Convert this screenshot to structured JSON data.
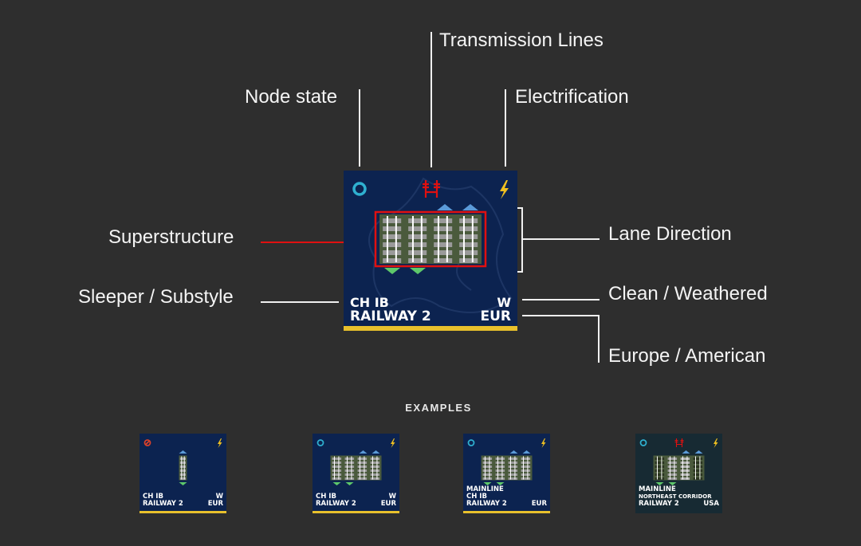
{
  "callouts": {
    "node_state": "Node state",
    "transmission_lines": "Transmission Lines",
    "electrification": "Electrification",
    "superstructure": "Superstructure",
    "sleeper_substyle": "Sleeper / Substyle",
    "lane_direction": "Lane Direction",
    "clean_weathered": "Clean / Weathered",
    "europe_american": "Europe / American"
  },
  "main_tile": {
    "node_state_icon": "ring-icon",
    "transmission_icon": "power-pylon-icon",
    "electrification_icon": "lightning-bolt-icon",
    "tracks": 4,
    "up_arrows": [
      2,
      3
    ],
    "down_arrows": [
      0,
      1
    ],
    "line1_left": "CH IB",
    "line2_left": "RAILWAY 2",
    "line1_right": "W",
    "line2_right": "EUR"
  },
  "examples_title": "EXAMPLES",
  "examples": [
    {
      "node_state_icon": "prohibited-icon",
      "transmission": false,
      "tracks": 1,
      "lines_left": [
        "CH IB",
        "RAILWAY 2"
      ],
      "lines_right": [
        "W",
        "EUR"
      ],
      "theme": "blue"
    },
    {
      "node_state_icon": "ring-icon",
      "transmission": false,
      "tracks": 4,
      "lines_left": [
        "CH IB",
        "RAILWAY 2"
      ],
      "lines_right": [
        "W",
        "EUR"
      ],
      "theme": "blue"
    },
    {
      "node_state_icon": "ring-icon",
      "transmission": false,
      "tracks": 4,
      "lines_left": [
        "MAINLINE",
        "CH IB",
        "RAILWAY 2"
      ],
      "lines_right": [
        "EUR"
      ],
      "theme": "blue"
    },
    {
      "node_state_icon": "ring-icon",
      "transmission": true,
      "tracks": 4,
      "lines_left": [
        "MAINLINE",
        "NORTHEAST CORRIDOR",
        "RAILWAY 2"
      ],
      "lines_right": [
        "USA"
      ],
      "theme": "teal"
    }
  ],
  "colors": {
    "background": "#2e2e2e",
    "tile_blue": "#0c2350",
    "tile_teal": "#172a33",
    "yellow_bar": "#e8c02c",
    "node_ring": "#2fb0d0",
    "prohibited": "#d8402a",
    "transmission": "#e01010",
    "bolt": "#f0c020",
    "up_arrow": "#5b9ad8",
    "down_arrow": "#5ec86a",
    "track_bed": "#4a5a3c",
    "sleeper": "#9a9a9a",
    "rail": "#ffffff",
    "highlight": "#e01010"
  }
}
